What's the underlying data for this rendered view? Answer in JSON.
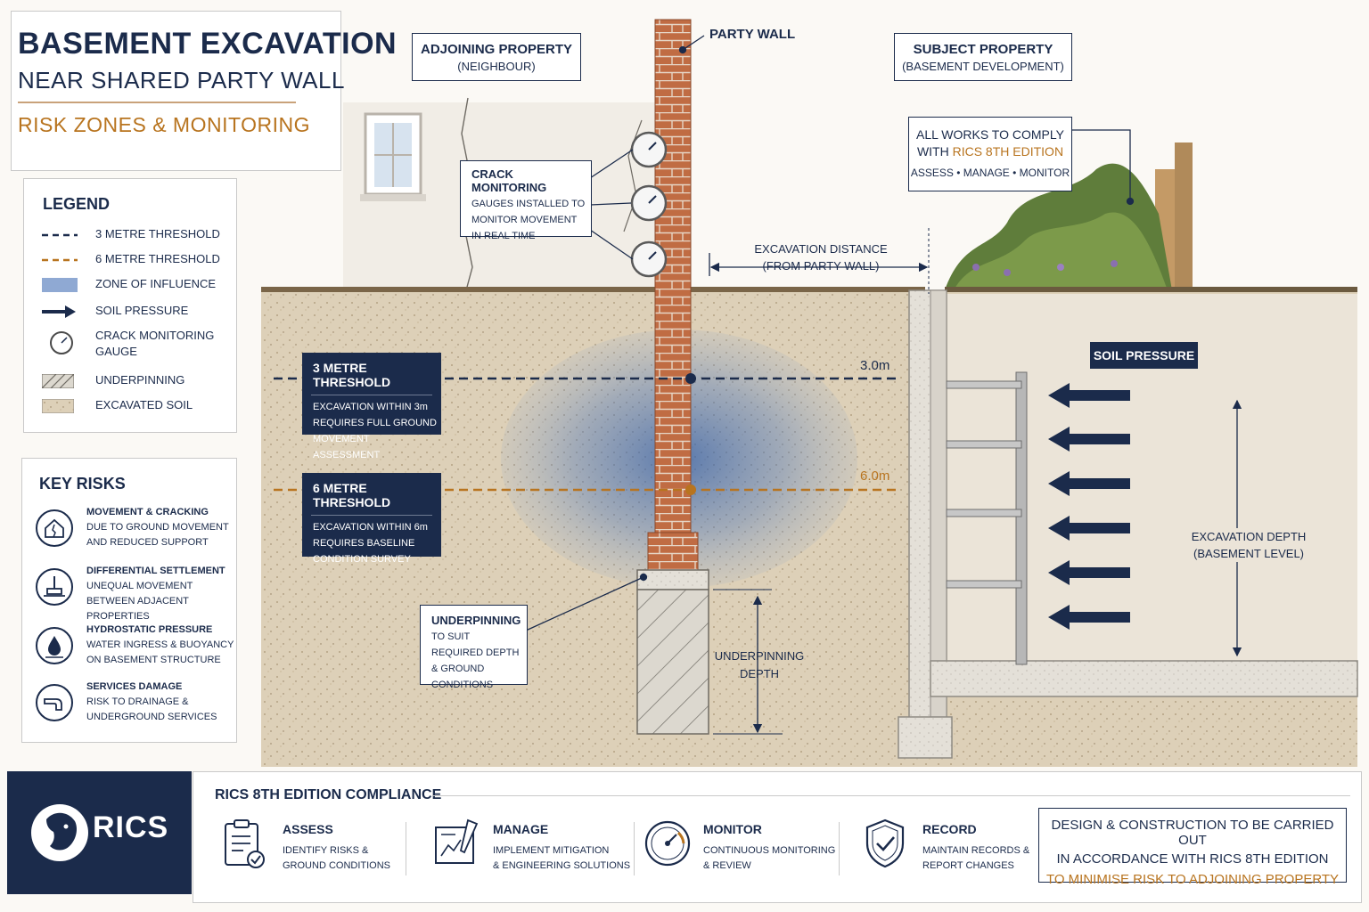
{
  "title": {
    "line1": "BASEMENT EXCAVATION",
    "line2": "NEAR SHARED PARTY WALL",
    "line3": "RISK ZONES & MONITORING"
  },
  "legend": {
    "title": "LEGEND",
    "items": [
      {
        "label": "3 METRE THRESHOLD",
        "icon": "navy-dashed-line"
      },
      {
        "label": "6 METRE THRESHOLD",
        "icon": "orange-dashed-line"
      },
      {
        "label": "ZONE OF INFLUENCE",
        "icon": "blue-zone-swatch"
      },
      {
        "label": "SOIL PRESSURE",
        "icon": "arrow-icon"
      },
      {
        "label": "CRACK MONITORING GAUGE",
        "icon": "gauge-icon"
      },
      {
        "label": "UNDERPINNING",
        "icon": "hatched-swatch"
      },
      {
        "label": "EXCAVATED SOIL",
        "icon": "soil-swatch"
      }
    ]
  },
  "key_risks": {
    "title": "KEY RISKS",
    "items": [
      {
        "title": "MOVEMENT & CRACKING",
        "desc": "DUE TO GROUND MOVEMENT AND REDUCED SUPPORT",
        "icon": "house-crack-icon"
      },
      {
        "title": "DIFFERENTIAL SETTLEMENT",
        "desc": "UNEQUAL MOVEMENT BETWEEN ADJACENT PROPERTIES",
        "icon": "settlement-icon"
      },
      {
        "title": "HYDROSTATIC PRESSURE",
        "desc": "WATER INGRESS & BUOYANCY ON BASEMENT STRUCTURE",
        "icon": "water-drop-icon"
      },
      {
        "title": "SERVICES DAMAGE",
        "desc": "RISK TO DRAINAGE & UNDERGROUND SERVICES",
        "icon": "pipe-icon"
      }
    ]
  },
  "diagram": {
    "adjoining": {
      "title": "ADJOINING PROPERTY",
      "sub": "(NEIGHBOUR)"
    },
    "party_wall": "PARTY WALL",
    "subject": {
      "title": "SUBJECT PROPERTY",
      "sub": "(BASEMENT DEVELOPMENT)"
    },
    "comply": {
      "line1": "ALL WORKS TO COMPLY",
      "line2a": "WITH ",
      "line2b": "RICS 8TH EDITION",
      "line3": "ASSESS • MANAGE • MONITOR"
    },
    "crack_monitoring": {
      "title": "CRACK MONITORING",
      "desc": "GAUGES INSTALLED TO MONITOR MOVEMENT IN REAL TIME"
    },
    "excavation_distance": {
      "line1": "EXCAVATION DISTANCE",
      "line2": "(FROM PARTY WALL)"
    },
    "three_m": {
      "title": "3 METRE THRESHOLD",
      "desc": "EXCAVATION WITHIN 3m REQUIRES FULL GROUND MOVEMENT ASSESSMENT",
      "marker": "3.0m"
    },
    "six_m": {
      "title": "6 METRE THRESHOLD",
      "desc": "EXCAVATION WITHIN 6m REQUIRES BASELINE CONDITION SURVEY",
      "marker": "6.0m"
    },
    "soil_pressure": "SOIL PRESSURE",
    "excavation_depth": {
      "line1": "EXCAVATION DEPTH",
      "line2": "(BASEMENT LEVEL)"
    },
    "underpinning": {
      "title": "UNDERPINNING",
      "desc": "TO SUIT REQUIRED DEPTH & GROUND CONDITIONS"
    },
    "underpinning_depth": {
      "line1": "UNDERPINNING",
      "line2": "DEPTH"
    }
  },
  "footer": {
    "logo_text": "RICS",
    "heading": "RICS 8TH EDITION COMPLIANCE",
    "steps": [
      {
        "title": "ASSESS",
        "desc1": "IDENTIFY RISKS &",
        "desc2": "GROUND CONDITIONS",
        "icon": "clipboard-icon"
      },
      {
        "title": "MANAGE",
        "desc1": "IMPLEMENT MITIGATION",
        "desc2": "& ENGINEERING SOLUTIONS",
        "icon": "blueprint-icon"
      },
      {
        "title": "MONITOR",
        "desc1": "CONTINUOUS MONITORING",
        "desc2": "& REVIEW",
        "icon": "gauge-icon"
      },
      {
        "title": "RECORD",
        "desc1": "MAINTAIN RECORDS &",
        "desc2": "REPORT CHANGES",
        "icon": "shield-check-icon"
      }
    ],
    "statement": {
      "line1": "DESIGN & CONSTRUCTION TO BE CARRIED OUT",
      "line2": "IN ACCORDANCE WITH RICS 8TH EDITION",
      "line3": "TO MINIMISE RISK TO ADJOINING PROPERTY"
    }
  },
  "colors": {
    "navy": "#1b2b4b",
    "orange": "#b8741f",
    "zone_blue": "#4a74b8",
    "brick": "#b5623a",
    "soil": "#d9c9ad"
  }
}
